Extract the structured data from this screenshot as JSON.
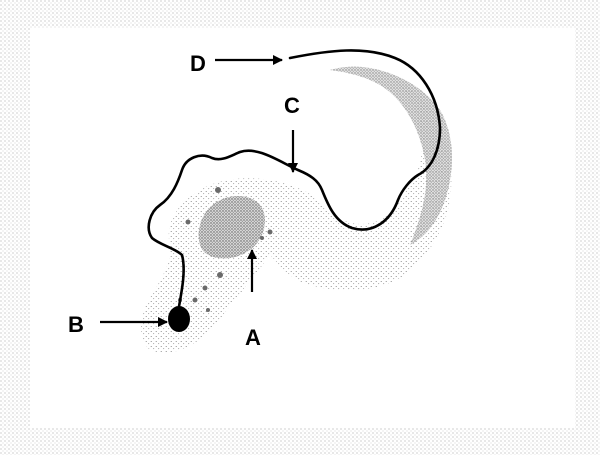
{
  "labels": {
    "a": "A",
    "b": "B",
    "c": "C",
    "d": "D"
  },
  "colors": {
    "outline": "#000000",
    "stipple": "#7a7a7a",
    "border_speckle": "#b8b8b8",
    "background": "#ffffff"
  }
}
